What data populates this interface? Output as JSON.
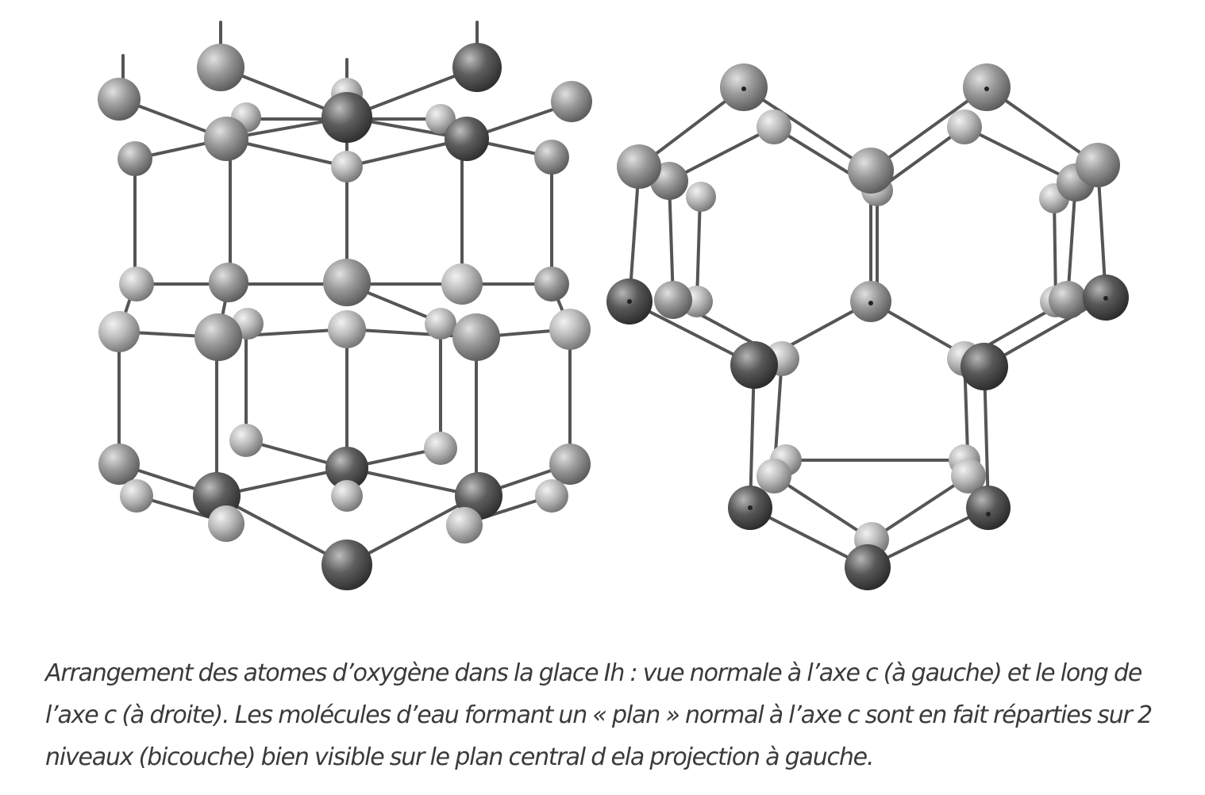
{
  "figure": {
    "caption": "Arrangement des atomes d’oxygène dans la glace Ih : vue normale à l’axe c (à gauche) et le long de l’axe c (à droite). Les molécules d’eau formant un « plan » normal à l’axe c sont en fait réparties sur 2 niveaux (bicouche) bien visible sur le plan central d ela projection à gauche."
  },
  "models": {
    "left": {
      "view": "normal to c axis"
    },
    "right": {
      "view": "along c axis"
    }
  },
  "colors": {
    "rod": "#555555",
    "atom_light": "#bdbdbd",
    "atom_dark": "#4a4a4a",
    "text": "#3a3a3a"
  }
}
